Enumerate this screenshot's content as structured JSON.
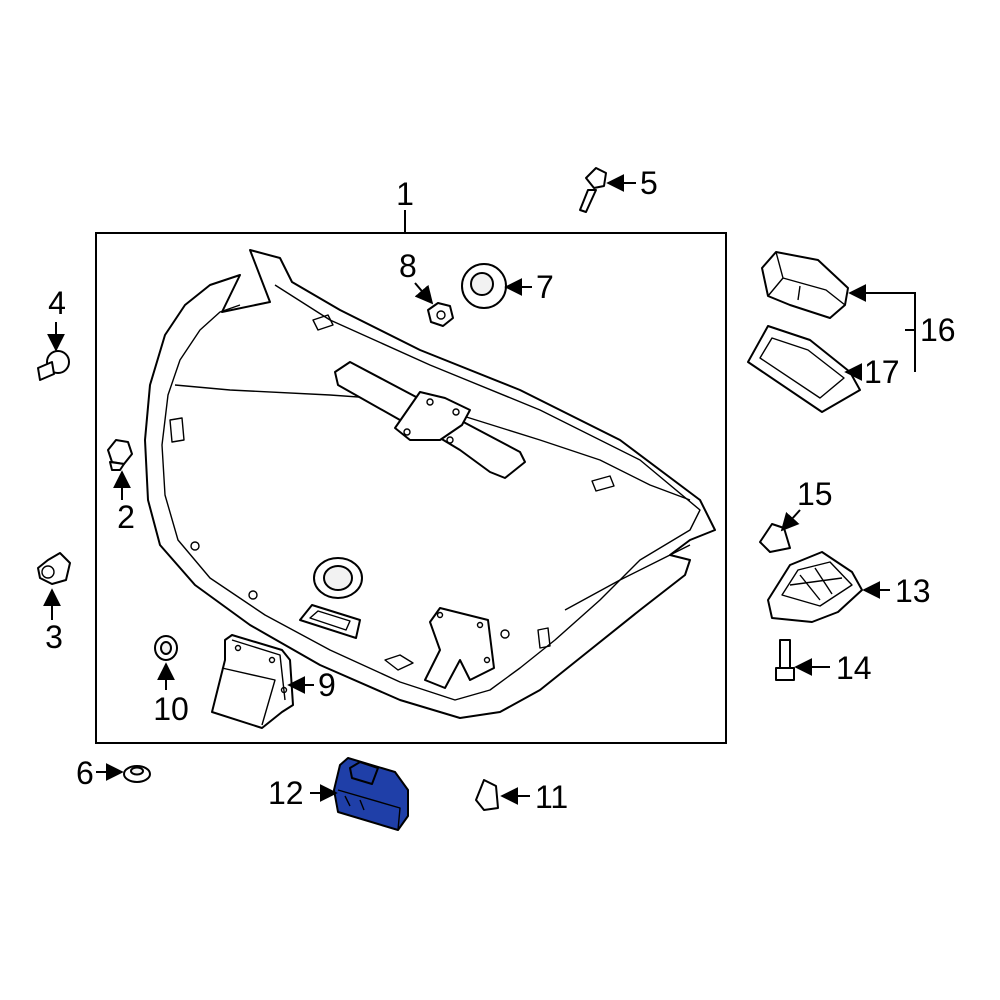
{
  "highlight_color": "#1f3fa8",
  "highlighted_part": "12",
  "callouts": {
    "c1": "1",
    "c2": "2",
    "c3": "3",
    "c4": "4",
    "c5": "5",
    "c6": "6",
    "c7": "7",
    "c8": "8",
    "c9": "9",
    "c10": "10",
    "c11": "11",
    "c12": "12",
    "c13": "13",
    "c14": "14",
    "c15": "15",
    "c16": "16",
    "c17": "17"
  }
}
